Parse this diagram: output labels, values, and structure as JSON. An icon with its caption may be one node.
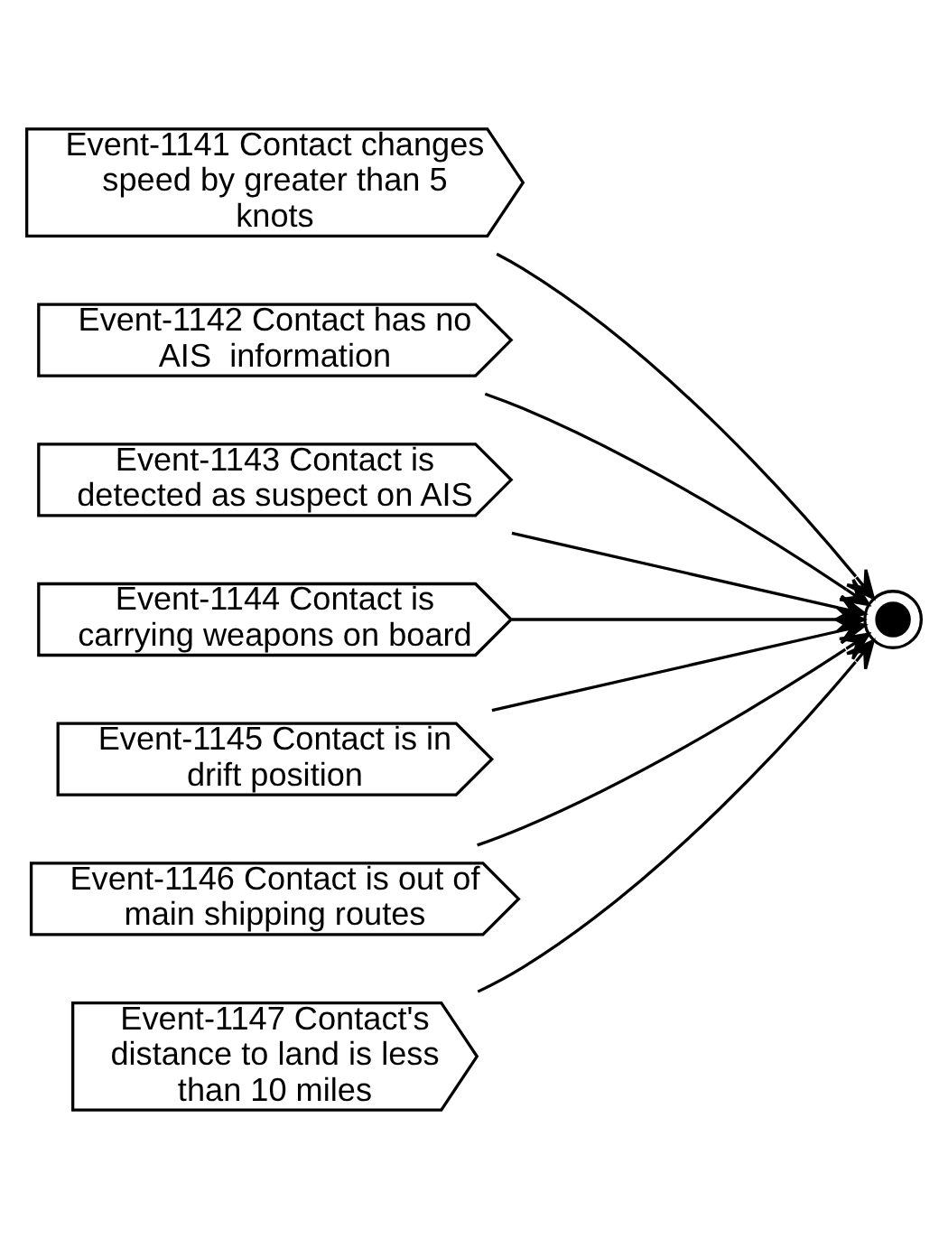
{
  "diagram": {
    "nodes": [
      {
        "text": [
          "Event-1141 Contact changes speed by greater than 5 knots"
        ]
      },
      {
        "text": [
          "Event-1142 Contact has no AIS  information"
        ]
      },
      {
        "text": [
          "Event-1143 Contact is detected as suspect on AIS"
        ]
      },
      {
        "text": [
          "Event-1144 Contact is carrying weapons on board"
        ]
      },
      {
        "text": [
          "Event-1145 Contact is in drift position"
        ]
      },
      {
        "text": [
          "Event-1146 Contact is out of main shipping routes"
        ]
      },
      {
        "text": [
          "Event-1147 Contact's distance to land is less than 10 miles"
        ]
      },
      {
        "text": [],
        "shape": "circle"
      }
    ],
    "edges": [
      {
        "from": 0,
        "to": 7,
        "arrow": "to"
      },
      {
        "from": 1,
        "to": 7,
        "arrow": "to"
      },
      {
        "from": 2,
        "to": 7,
        "arrow": "to"
      },
      {
        "from": 3,
        "to": 7,
        "arrow": "to"
      },
      {
        "from": 4,
        "to": 7,
        "arrow": "to"
      },
      {
        "from": 5,
        "to": 7,
        "arrow": "to"
      },
      {
        "from": 6,
        "to": 7,
        "arrow": "to"
      }
    ]
  }
}
